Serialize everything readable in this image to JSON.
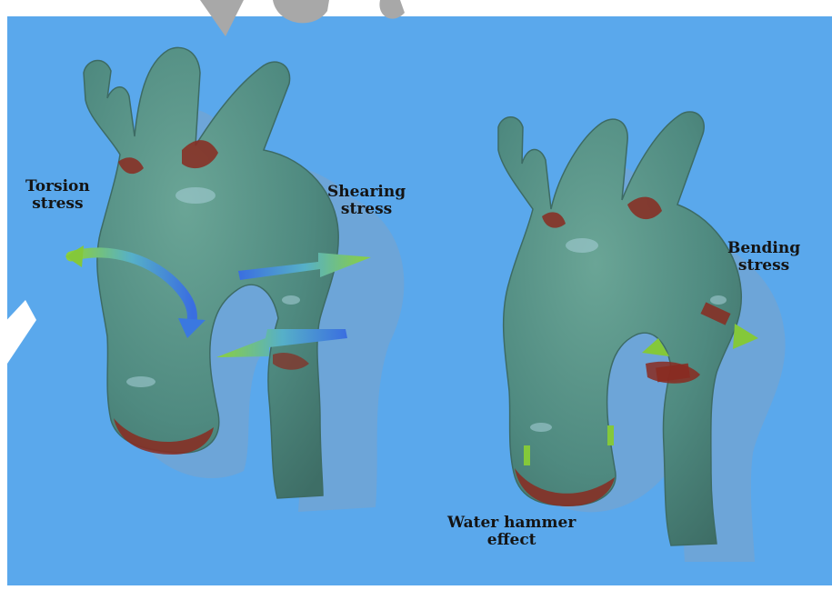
{
  "figure": {
    "background_color": "#5aa8ec",
    "vessel_color": "#4f8a80",
    "shadow_color": "#7da2c8",
    "stress_color": "#8a2a20",
    "arrow_green": "#84c83a",
    "arrow_blue": "#3a78e0",
    "left_panel": {
      "torsion": {
        "line1": "Torsion",
        "line2": "stress"
      },
      "shearing": {
        "line1": "Shearing",
        "line2": "stress"
      }
    },
    "right_panel": {
      "bending": {
        "line1": "Bending",
        "line2": "stress"
      },
      "water_hammer": {
        "line1": "Water hammer",
        "line2": "effect"
      }
    }
  }
}
